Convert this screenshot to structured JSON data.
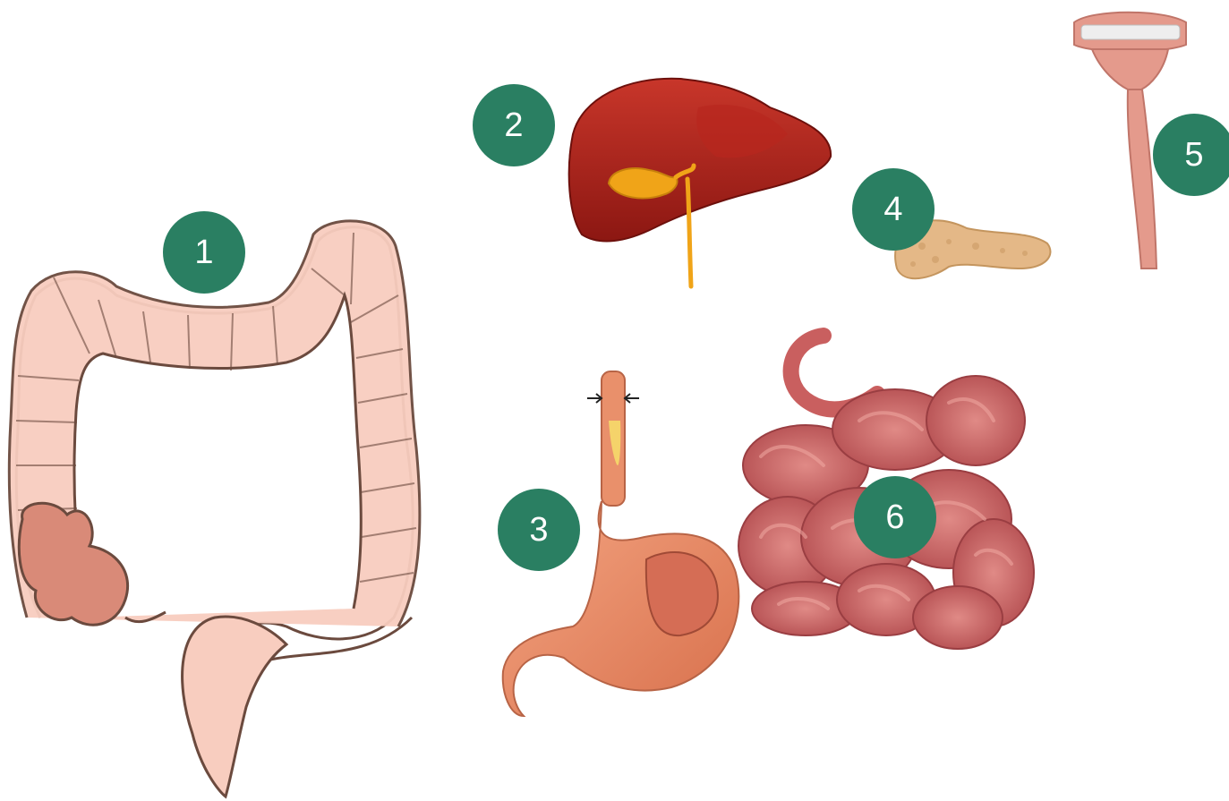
{
  "labels": [
    {
      "id": "1",
      "text": "1",
      "organ": "large-intestine"
    },
    {
      "id": "2",
      "text": "2",
      "organ": "liver-gallbladder"
    },
    {
      "id": "3",
      "text": "3",
      "organ": "stomach-esophagus"
    },
    {
      "id": "4",
      "text": "4",
      "organ": "pancreas"
    },
    {
      "id": "5",
      "text": "5",
      "organ": "mouth-esophagus"
    },
    {
      "id": "6",
      "text": "6",
      "organ": "small-intestine"
    }
  ],
  "colors": {
    "badge": "#2a7f62",
    "badge_text": "#ffffff",
    "colon": "#f8cdbf",
    "colon_outline": "#6b4a3e",
    "liver": "#a51e15",
    "gallbladder": "#f0a418",
    "stomach": "#e9906b",
    "pancreas": "#e4b887",
    "esophagus": "#e49a8c",
    "small_intestine": "#c95f5f"
  }
}
